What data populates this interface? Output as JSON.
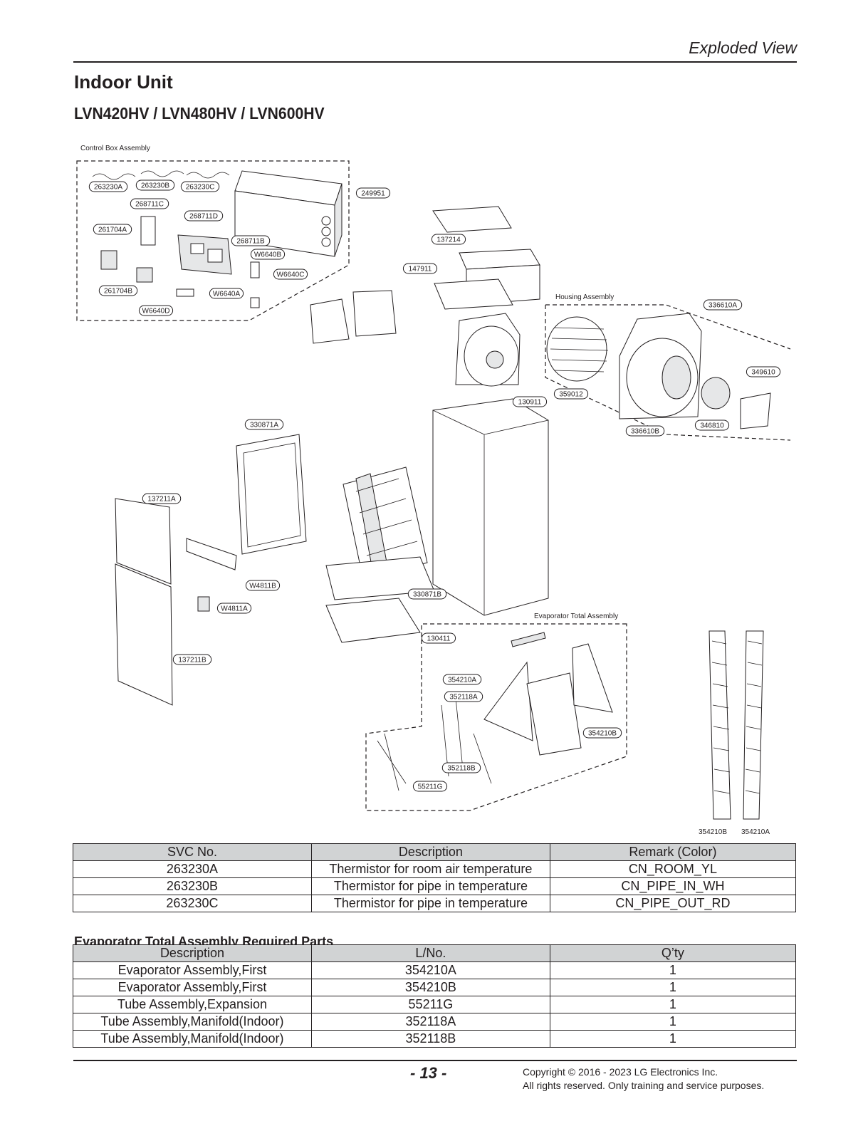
{
  "header": {
    "section": "Exploded View"
  },
  "title": "Indoor Unit",
  "models": "LVN420HV / LVN480HV / LVN600HV",
  "diagram": {
    "group_captions": {
      "control_box": "Control Box Assembly",
      "housing": "Housing Assembly",
      "evaporator": "Evaporator Total Assembly"
    },
    "part_labels": [
      "263230A",
      "263230B",
      "263230C",
      "268711C",
      "268711D",
      "261704A",
      "268711B",
      "W6640B",
      "W6640C",
      "261704B",
      "W6640A",
      "W6640D",
      "249951",
      "137214",
      "147911",
      "336610A",
      "349610",
      "359012",
      "130911",
      "346810",
      "336610B",
      "330871A",
      "137211A",
      "W4811B",
      "330871B",
      "W4811A",
      "130411",
      "137211B",
      "354210A",
      "352118A",
      "354210B",
      "352118B",
      "55211G"
    ],
    "coil_captions": {
      "left": "354210B",
      "right": "354210A"
    }
  },
  "svc_table": {
    "headers": [
      "SVC No.",
      "Description",
      "Remark (Color)"
    ],
    "rows": [
      [
        "263230A",
        "Thermistor for room air temperature",
        "CN_ROOM_YL"
      ],
      [
        "263230B",
        "Thermistor for pipe in temperature",
        "CN_PIPE_IN_WH"
      ],
      [
        "263230C",
        "Thermistor for pipe in temperature",
        "CN_PIPE_OUT_RD"
      ]
    ]
  },
  "evap_section_title": "Evaporator Total Assembly Required Parts",
  "evap_table": {
    "headers": [
      "Description",
      "L/No.",
      "Q’ty"
    ],
    "rows": [
      [
        "Evaporator Assembly,First",
        "354210A",
        "1"
      ],
      [
        "Evaporator Assembly,First",
        "354210B",
        "1"
      ],
      [
        "Tube Assembly,Expansion",
        "55211G",
        "1"
      ],
      [
        "Tube Assembly,Manifold(Indoor)",
        "352118A",
        "1"
      ],
      [
        "Tube Assembly,Manifold(Indoor)",
        "352118B",
        "1"
      ]
    ]
  },
  "footer": {
    "page": "- 13 -",
    "copyright": "Copyright © 2016 - 2023 LG Electronics Inc.",
    "rights": "All rights reserved. Only training and service purposes."
  }
}
